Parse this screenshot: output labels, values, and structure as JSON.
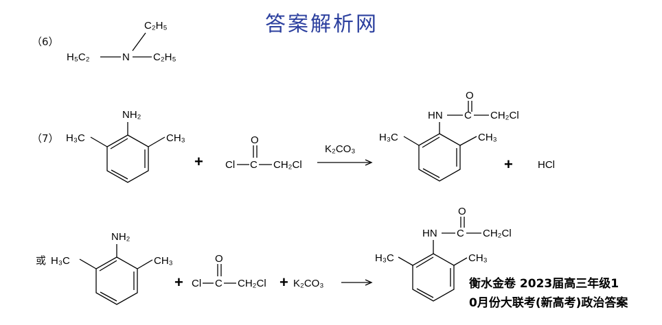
{
  "watermark": "答案解析网",
  "item6": {
    "label": "（6）",
    "ethyl_top": "C₂H₅",
    "ethyl_left": "H₅C₂",
    "nitrogen": "N",
    "ethyl_right": "C₂H₅"
  },
  "item7": {
    "label": "（7）",
    "aniline": {
      "nh2": "NH₂",
      "methyl_left": "H₃C",
      "methyl_right": "CH₃"
    },
    "plus": "+",
    "acyl_chloride": {
      "oxygen": "O",
      "cl_left": "Cl",
      "c": "C",
      "ch2cl": "CH₂Cl"
    },
    "reagent": "K₂CO₃",
    "product": {
      "nh": "HN",
      "c": "C",
      "oxygen": "O",
      "ch2cl": "CH₂Cl",
      "methyl_left": "H₃C",
      "methyl_right": "CH₃"
    },
    "byproduct": "HCl"
  },
  "alt": {
    "prefix": "或",
    "aniline": {
      "nh2": "NH₂",
      "methyl_left": "H₃C",
      "methyl_right": "CH₃"
    },
    "plus": "+",
    "acyl_chloride": {
      "oxygen": "O",
      "cl_left": "Cl",
      "c": "C",
      "ch2cl": "CH₂Cl"
    },
    "reagent_term": "K₂CO₃",
    "product": {
      "nh": "HN",
      "c": "C",
      "oxygen": "O",
      "ch2cl": "CH₂Cl",
      "methyl_left": "H₃C",
      "methyl_right": "CH₃"
    }
  },
  "footer": {
    "line1": "衡水金卷 2023届高三年级1",
    "line2": "0月份大联考(新高考)政治答案"
  }
}
